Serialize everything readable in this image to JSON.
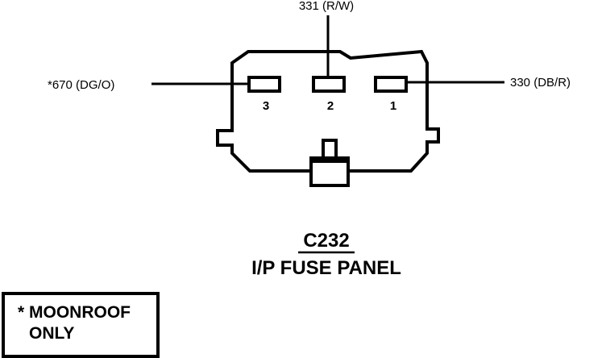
{
  "connector": {
    "id": "C232",
    "location": "I/P FUSE PANEL"
  },
  "wires": [
    {
      "label": "331 (R/W)"
    },
    {
      "label": "*670 (DG/O)"
    },
    {
      "label": "330 (DB/R)"
    }
  ],
  "pins": [
    {
      "number": "3"
    },
    {
      "number": "2"
    },
    {
      "number": "1"
    }
  ],
  "note": {
    "line1": "* MOONROOF",
    "line2": "ONLY"
  }
}
